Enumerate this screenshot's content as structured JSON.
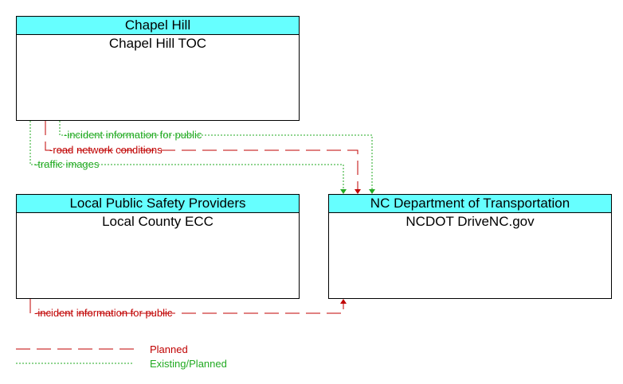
{
  "nodes": {
    "chapel_hill": {
      "group": "Chapel Hill",
      "name": "Chapel Hill TOC"
    },
    "local_public_safety": {
      "group": "Local Public Safety Providers",
      "name": "Local County ECC"
    },
    "ncdot": {
      "group": "NC Department of Transportation",
      "name": "NCDOT DriveNC.gov"
    }
  },
  "flows": {
    "incident_info_ch": "incident information for public",
    "road_network": "road network conditions",
    "traffic_images": "traffic images",
    "incident_info_ecc": "incident information for public"
  },
  "legend": {
    "planned": "Planned",
    "existing_planned": "Existing/Planned"
  },
  "colors": {
    "planned": "#c00000",
    "existing": "#22aa22",
    "header": "#66ffff"
  }
}
